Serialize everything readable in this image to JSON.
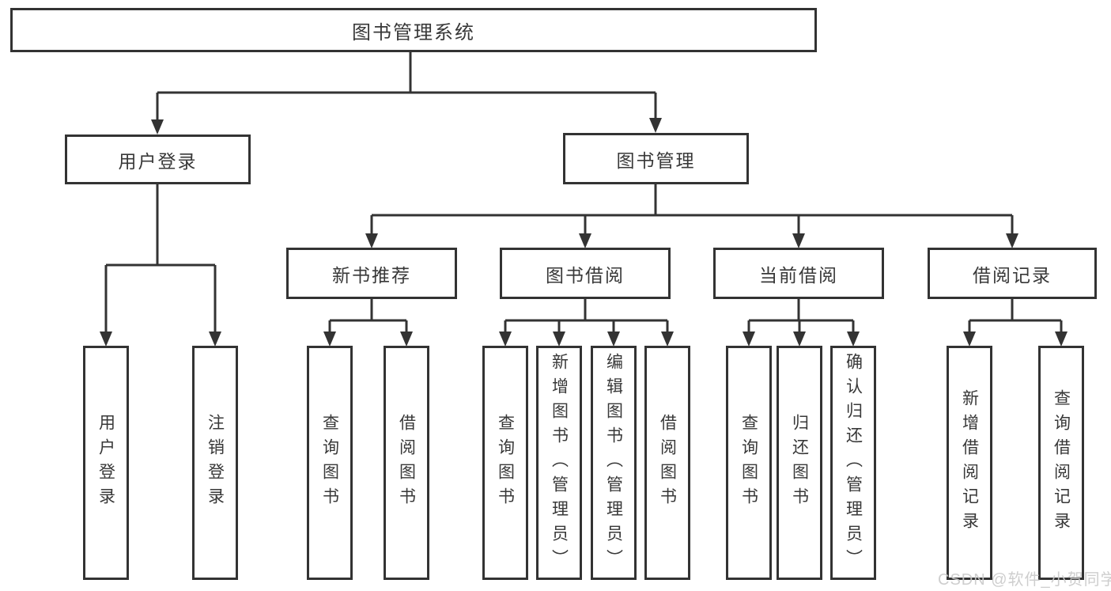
{
  "tree": {
    "root": {
      "label": "图书管理系统",
      "children": [
        {
          "label": "用户登录",
          "children": [
            {
              "label": "用户登录"
            },
            {
              "label": "注销登录"
            }
          ]
        },
        {
          "label": "图书管理",
          "children": [
            {
              "label": "新书推荐",
              "children": [
                {
                  "label": "查询图书"
                },
                {
                  "label": "借阅图书"
                }
              ]
            },
            {
              "label": "图书借阅",
              "children": [
                {
                  "label": "查询图书"
                },
                {
                  "label": "新增图书（管理员）"
                },
                {
                  "label": "编辑图书（管理员）"
                },
                {
                  "label": "借阅图书"
                }
              ]
            },
            {
              "label": "当前借阅",
              "children": [
                {
                  "label": "查询图书"
                },
                {
                  "label": "归还图书"
                },
                {
                  "label": "确认归还（管理员）"
                }
              ]
            },
            {
              "label": "借阅记录",
              "children": [
                {
                  "label": "新增借阅记录"
                },
                {
                  "label": "查询借阅记录"
                }
              ]
            }
          ]
        }
      ]
    }
  },
  "watermark": {
    "text": "CSDN @软件_小贺同学"
  },
  "colors": {
    "line": "#333333",
    "text": "#383838",
    "box_background": "#ffffff",
    "page_background": "#ffffff",
    "watermark": "#c9c9c9"
  }
}
